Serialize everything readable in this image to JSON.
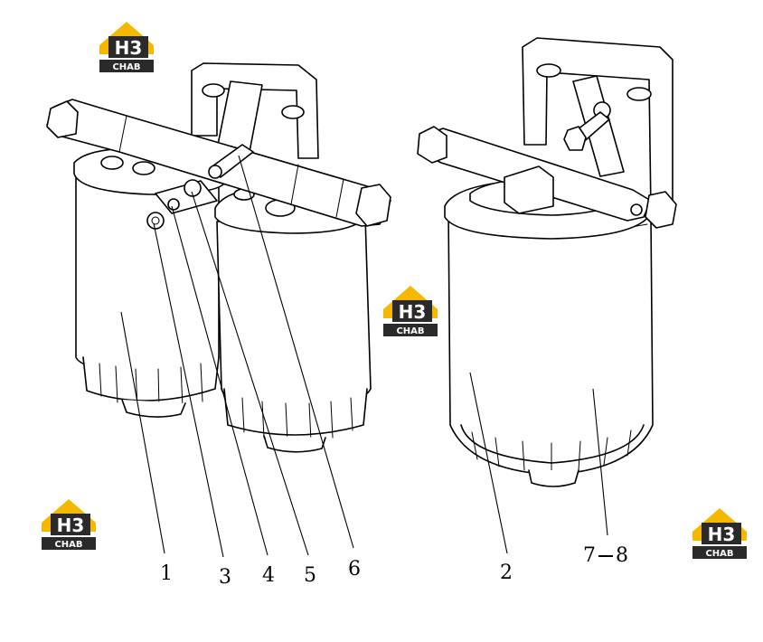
{
  "callouts": [
    {
      "id": "c1",
      "text": "1"
    },
    {
      "id": "c3",
      "text": "3"
    },
    {
      "id": "c4",
      "text": "4"
    },
    {
      "id": "c5",
      "text": "5"
    },
    {
      "id": "c6",
      "text": "6"
    },
    {
      "id": "c2",
      "text": "2"
    },
    {
      "id": "c78",
      "text": "7"
    },
    {
      "id": "c78b",
      "text": "8"
    }
  ],
  "logo": {
    "mark": "H3",
    "brand": "CHAB",
    "colors": {
      "roof": "#f5b800",
      "body": "#2a2a2a",
      "text": "#ffffff"
    }
  }
}
